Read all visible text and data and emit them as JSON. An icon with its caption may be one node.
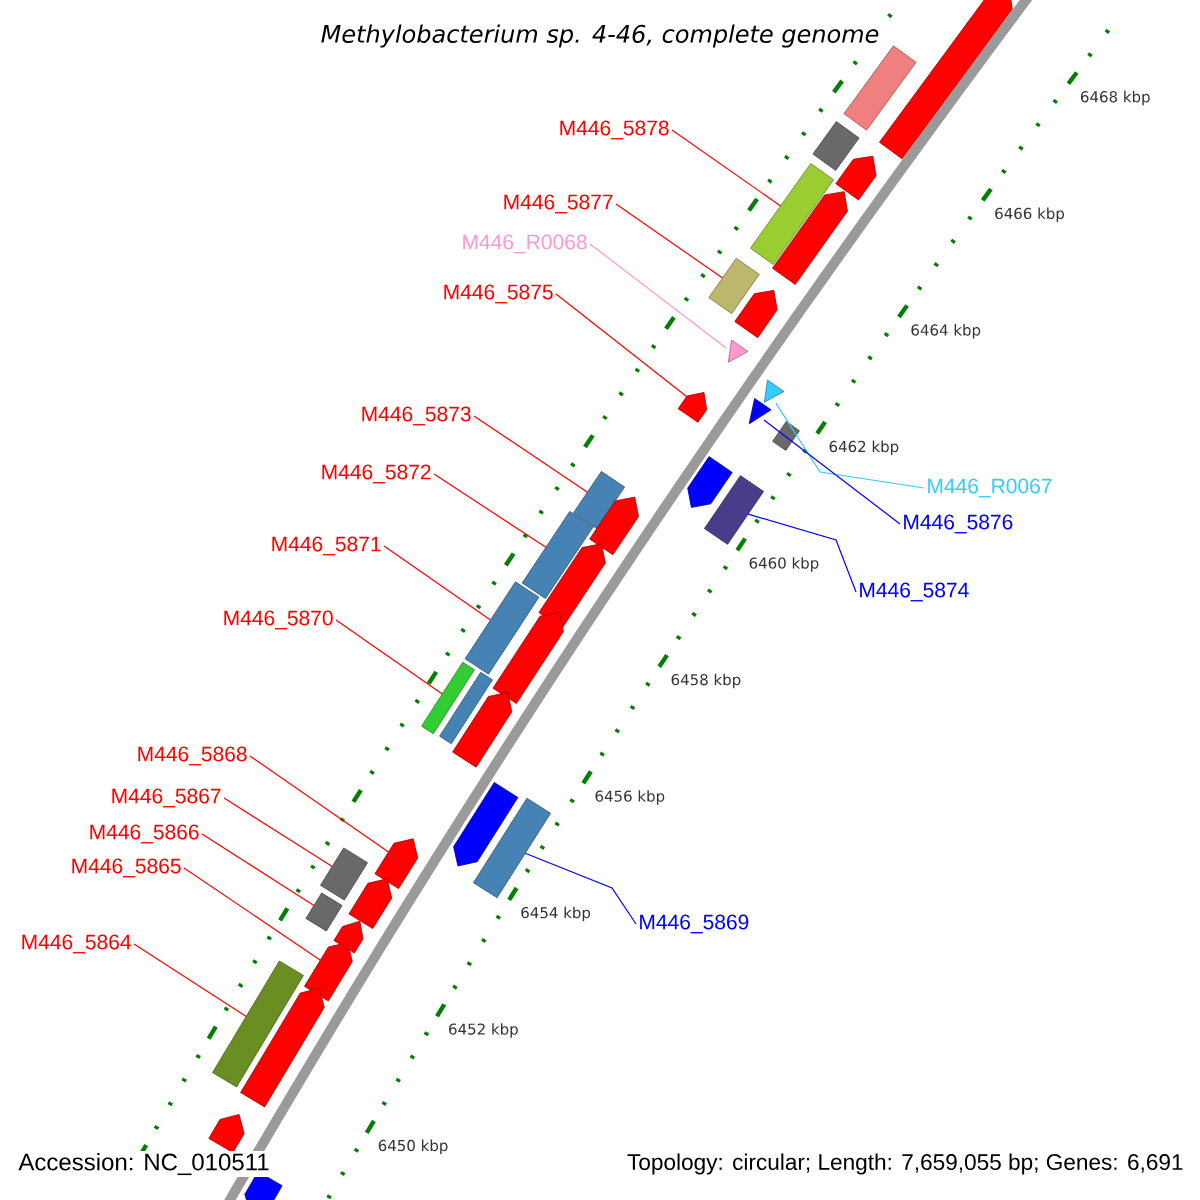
{
  "diagram": {
    "title": "Methylobacterium sp. 4-46, complete genome",
    "nodes": [
      {
        "text": [
          "M446_5878"
        ]
      },
      {
        "text": [
          "M446_5877"
        ]
      },
      {
        "text": [
          "M446_R0068"
        ]
      },
      {
        "text": [
          "M446_5875"
        ]
      },
      {
        "text": [
          "M446_5873"
        ]
      },
      {
        "text": [
          "M446_5872"
        ]
      },
      {
        "text": [
          "M446_5871"
        ]
      },
      {
        "text": [
          "M446_5870"
        ]
      },
      {
        "text": [
          "M446_5868"
        ]
      },
      {
        "text": [
          "M446_5867"
        ]
      },
      {
        "text": [
          "M446_5866"
        ]
      },
      {
        "text": [
          "M446_5865"
        ]
      },
      {
        "text": [
          "M446_5864"
        ]
      },
      {
        "text": [
          "M446_R0067"
        ]
      },
      {
        "text": [
          "M446_5876"
        ]
      },
      {
        "text": [
          "M446_5874"
        ]
      },
      {
        "text": [
          "M446_5869"
        ]
      },
      {
        "text": [],
        "shape": "box"
      },
      {
        "text": [],
        "shape": "box"
      },
      {
        "text": [],
        "shape": "triangle"
      },
      {
        "text": [],
        "shape": "arrow"
      },
      {
        "text": [],
        "shape": "box"
      },
      {
        "text": [],
        "shape": "box"
      },
      {
        "text": [],
        "shape": "box"
      },
      {
        "text": [],
        "shape": "box"
      },
      {
        "text": [],
        "shape": "arrow"
      },
      {
        "text": [],
        "shape": "box"
      },
      {
        "text": [],
        "shape": "box"
      },
      {
        "text": [],
        "shape": "arrow"
      },
      {
        "text": [],
        "shape": "box"
      },
      {
        "text": [],
        "shape": "triangle"
      },
      {
        "text": [],
        "shape": "triangle"
      },
      {
        "text": [],
        "shape": "box"
      },
      {
        "text": [],
        "shape": "box"
      },
      {
        "text": [],
        "shape": "box"
      },
      {
        "text": [],
        "shape": "arrow"
      },
      {
        "text": [],
        "shape": "box"
      },
      {
        "text": [],
        "shape": "arrow"
      },
      {
        "text": [],
        "shape": "arrow"
      },
      {
        "text": [],
        "shape": "arrow"
      },
      {
        "text": [],
        "shape": "box"
      },
      {
        "text": [],
        "shape": "arrow"
      },
      {
        "text": [],
        "shape": "arrow"
      },
      {
        "text": [],
        "shape": "arrow"
      },
      {
        "text": [],
        "shape": "arrow"
      },
      {
        "text": [],
        "shape": "box"
      },
      {
        "text": [],
        "shape": "arrow"
      },
      {
        "text": [],
        "shape": "arrow"
      },
      {
        "text": [],
        "shape": "arrow"
      },
      {
        "text": [],
        "shape": "arrow"
      },
      {
        "text": [],
        "shape": "arrow"
      },
      {
        "text": [],
        "shape": "arrow"
      },
      {
        "text": [],
        "shape": "arrow"
      }
    ],
    "edges": [
      {
        "from": 0,
        "to": 17,
        "arrow": "none"
      },
      {
        "from": 1,
        "to": 18,
        "arrow": "none"
      },
      {
        "from": 2,
        "to": 19,
        "arrow": "none",
        "color": "#ff99cc"
      },
      {
        "from": 3,
        "to": 20,
        "arrow": "none"
      },
      {
        "from": 4,
        "to": 21,
        "arrow": "none"
      },
      {
        "from": 5,
        "to": 22,
        "arrow": "none"
      },
      {
        "from": 6,
        "to": 23,
        "arrow": "none"
      },
      {
        "from": 7,
        "to": 24,
        "arrow": "none"
      },
      {
        "from": 8,
        "to": 25,
        "arrow": "none"
      },
      {
        "from": 9,
        "to": 26,
        "arrow": "none"
      },
      {
        "from": 10,
        "to": 27,
        "arrow": "none"
      },
      {
        "from": 11,
        "to": 28,
        "arrow": "none"
      },
      {
        "from": 12,
        "to": 29,
        "arrow": "none"
      },
      {
        "from": 13,
        "to": 30,
        "arrow": "none",
        "color": "#33ccff"
      },
      {
        "from": 14,
        "to": 31,
        "arrow": "none",
        "color": "#0000ff"
      },
      {
        "from": 15,
        "to": 32,
        "arrow": "none",
        "color": "#0000ff"
      },
      {
        "from": 16,
        "to": 33,
        "arrow": "none",
        "color": "#0000ff"
      }
    ],
    "labels": [
      "6468 kbp",
      "6466 kbp",
      "6464 kbp",
      "6462 kbp",
      "6460 kbp",
      "6458 kbp",
      "6456 kbp",
      "6454 kbp",
      "6452 kbp",
      "6450 kbp",
      "Accession: NC_010511",
      "Topology: circular; Length: 7,659,055 bp; Genes: 6,691"
    ]
  }
}
